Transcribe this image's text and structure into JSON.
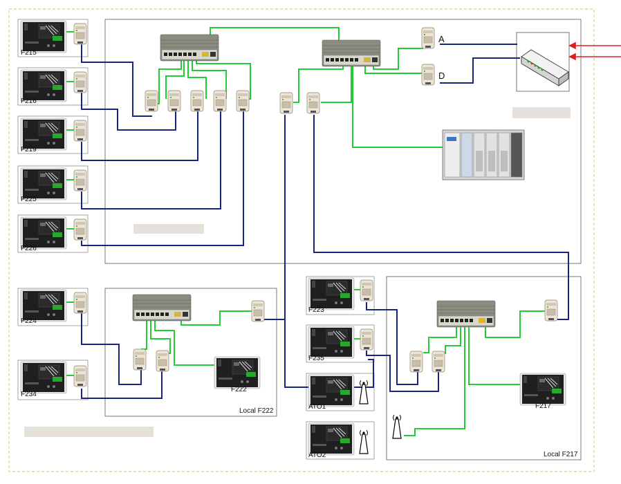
{
  "colors": {
    "ethernet": "#22cc33",
    "fiber": "#1a237e",
    "arrow": "#e02020",
    "outer_border": "#e8c98a",
    "zone_border": "#555555",
    "placeholder": "#e6e0da"
  },
  "devices": {
    "f215": "F215",
    "f216": "F216",
    "f219": "F219",
    "f225": "F225",
    "f226": "F226",
    "f224": "F224",
    "f234": "F234",
    "f222": "F222",
    "f223": "F223",
    "f235": "F235",
    "ato1": "ATO1",
    "ato2": "ATO2",
    "f217": "F217"
  },
  "ports": {
    "a": "A",
    "d": "D"
  },
  "zones": {
    "local_f222": "Local F222",
    "local_f217": "Local F217"
  }
}
